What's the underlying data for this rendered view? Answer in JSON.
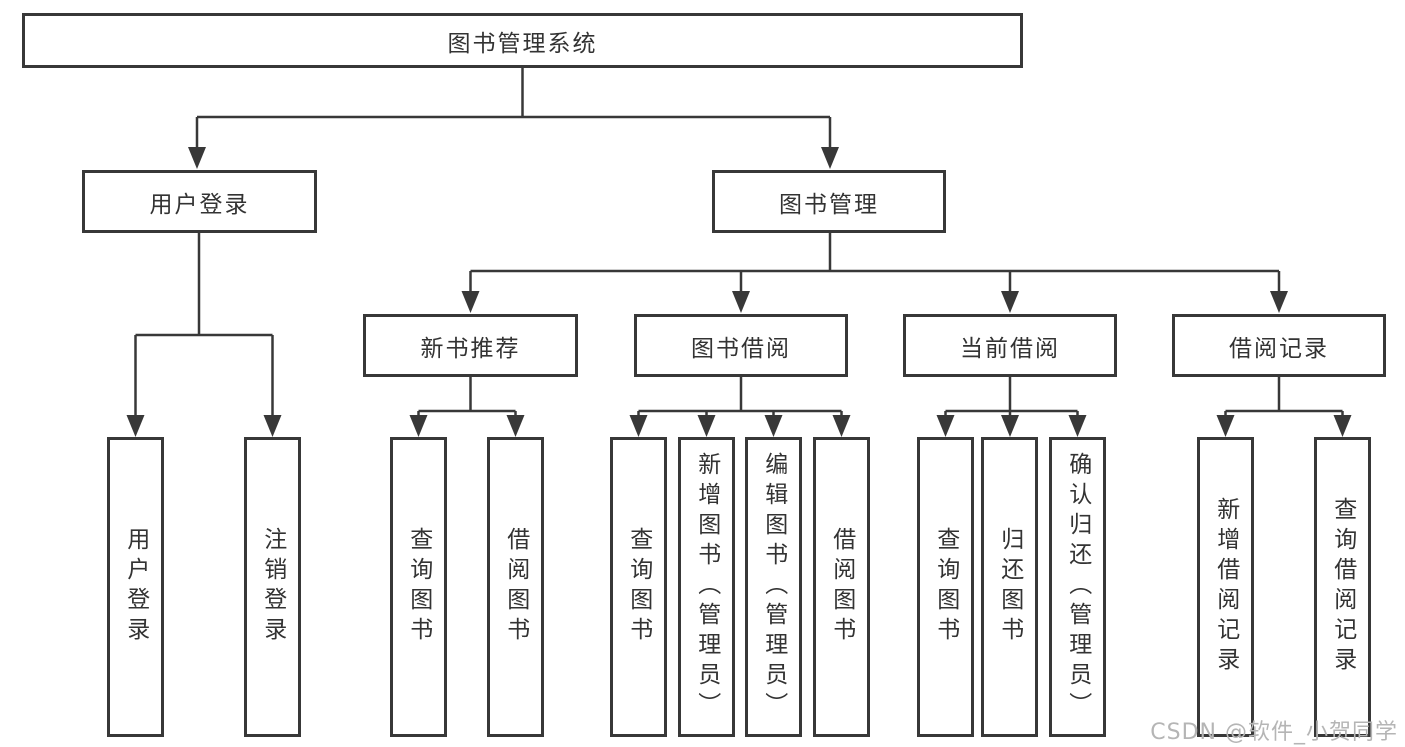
{
  "diagram": {
    "title": "图书管理系统",
    "branches": [
      {
        "label": "用户登录",
        "leaves": [
          "用户登录",
          "注销登录"
        ]
      },
      {
        "label": "图书管理",
        "groups": [
          {
            "label": "新书推荐",
            "leaves": [
              "查询图书",
              "借阅图书"
            ]
          },
          {
            "label": "图书借阅",
            "leaves": [
              "查询图书",
              "新增图书（管理员）",
              "编辑图书（管理员）",
              "借阅图书"
            ]
          },
          {
            "label": "当前借阅",
            "leaves": [
              "查询图书",
              "归还图书",
              "确认归还（管理员）"
            ]
          },
          {
            "label": "借阅记录",
            "leaves": [
              "新增借阅记录",
              "查询借阅记录"
            ]
          }
        ]
      }
    ]
  },
  "watermark": {
    "text": "CSDN @软件_小贺同学"
  },
  "colors": {
    "line": "#383838",
    "box_border": "#383838",
    "text": "#333333",
    "watermark": "#b5b5b5",
    "background": "#ffffff"
  }
}
